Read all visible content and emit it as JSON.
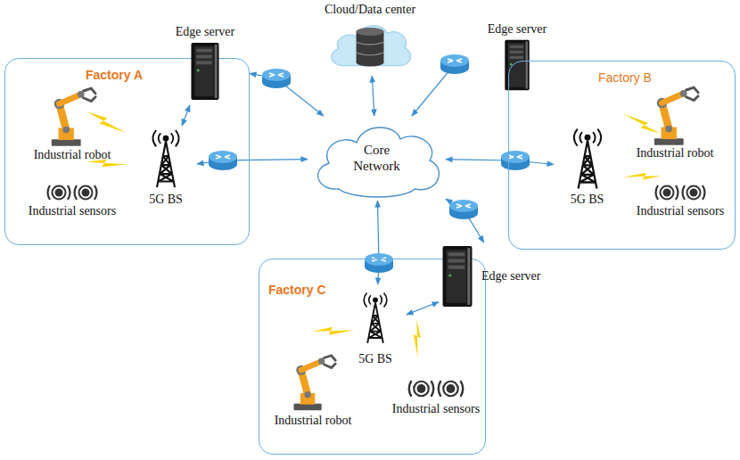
{
  "diagram": {
    "nodes": [
      {
        "text": [
          "Factory A"
        ]
      },
      {
        "text": [
          "Edge server"
        ]
      },
      {
        "text": [
          "Industrial robot"
        ],
        "in": 0
      },
      {
        "text": [
          "Industrial sensors"
        ],
        "in": 0
      },
      {
        "text": [
          "5G BS"
        ],
        "in": 0
      },
      {
        "text": [
          "Cloud/Data center"
        ]
      },
      {
        "text": [
          "Edge server"
        ]
      },
      {
        "text": [
          "Factory B"
        ]
      },
      {
        "text": [
          "Industrial robot"
        ],
        "in": 7
      },
      {
        "text": [
          "5G BS"
        ],
        "in": 7
      },
      {
        "text": [
          "Industrial sensors"
        ],
        "in": 7
      },
      {
        "text": [
          "Core Network"
        ]
      },
      {
        "text": [
          "Factory C"
        ]
      },
      {
        "text": [
          "Edge server"
        ]
      },
      {
        "text": [
          "5G BS"
        ],
        "in": 12
      },
      {
        "text": [
          "Industrial robot"
        ],
        "in": 12
      },
      {
        "text": [
          "Industrial sensors"
        ],
        "in": 12
      }
    ],
    "edges": [
      {
        "from": 1,
        "to": 4,
        "arrow": "both"
      },
      {
        "from": 1,
        "to": 11,
        "arrow": "both"
      },
      {
        "from": 4,
        "to": 11,
        "arrow": "both"
      },
      {
        "from": 5,
        "to": 11,
        "arrow": "both"
      },
      {
        "from": 6,
        "to": 11,
        "arrow": "both"
      },
      {
        "from": 9,
        "to": 11,
        "arrow": "both"
      },
      {
        "from": 14,
        "to": 11,
        "arrow": "both"
      },
      {
        "from": 13,
        "to": 11,
        "arrow": "both"
      },
      {
        "from": 13,
        "to": 14,
        "arrow": "both"
      }
    ]
  }
}
